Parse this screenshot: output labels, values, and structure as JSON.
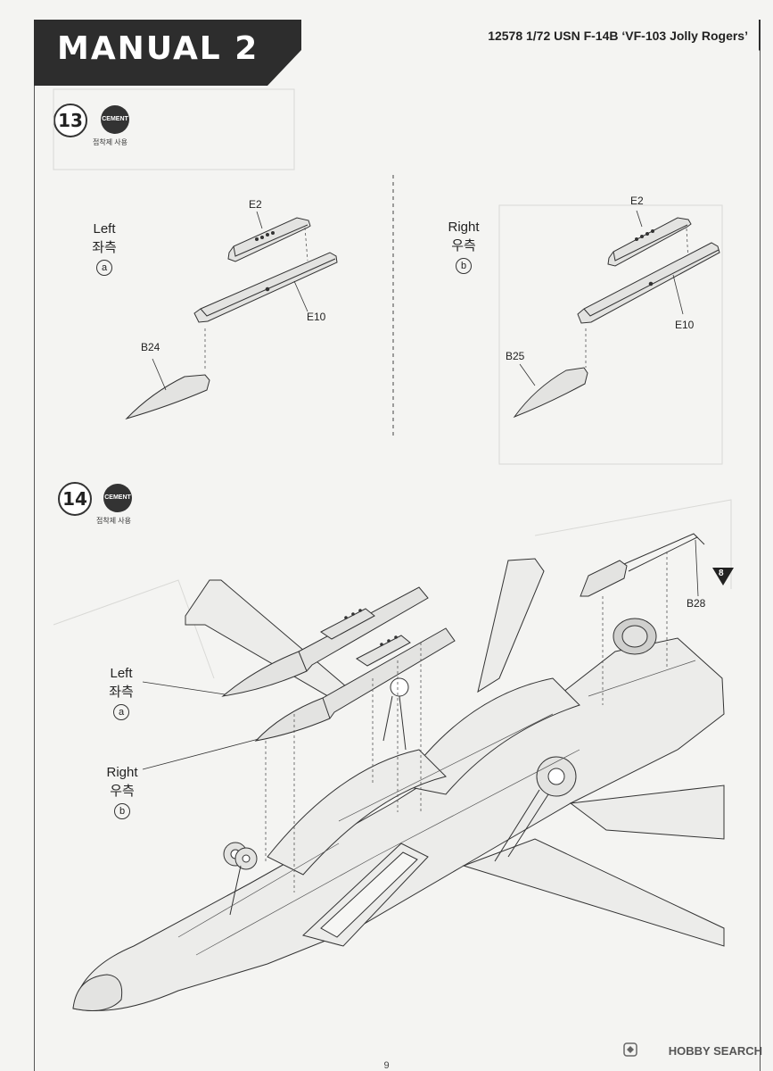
{
  "header": {
    "title": "MANUAL 2",
    "kit": "12578 1/72 USN F-14B ‘VF-103 Jolly Rogers’"
  },
  "steps": [
    {
      "number": "13",
      "cement_label": "CEMENT",
      "cement_note": "접착제 사용"
    },
    {
      "number": "14",
      "cement_label": "CEMENT",
      "cement_note": "접착제 사용"
    }
  ],
  "step13": {
    "left": {
      "en": "Left",
      "ko": "좌측",
      "sub": "a"
    },
    "right": {
      "en": "Right",
      "ko": "우측",
      "sub": "b"
    },
    "left_parts": {
      "e2": "E2",
      "e10": "E10",
      "b": "B24"
    },
    "right_parts": {
      "e2": "E2",
      "e10": "E10",
      "b": "B25"
    }
  },
  "step14": {
    "left": {
      "en": "Left",
      "ko": "좌측",
      "sub": "a"
    },
    "right": {
      "en": "Right",
      "ko": "우측",
      "sub": "b"
    },
    "part": "B28",
    "nav_step": "8"
  },
  "footer": {
    "page_number": "9",
    "watermark": "HOBBY SEARCH"
  }
}
